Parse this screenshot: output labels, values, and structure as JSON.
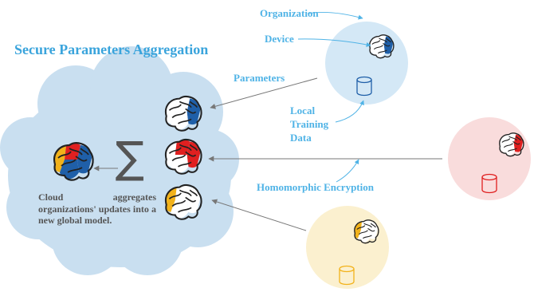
{
  "title": "Secure Parameters Aggregation",
  "labels": {
    "organization": "Organization",
    "device": "Device",
    "parameters": "Parameters",
    "local_training_data": [
      "Local",
      "Training",
      "Data"
    ],
    "homomorphic_encryption": "Homomorphic Encryption"
  },
  "cloud": {
    "description": "Cloud aggregates organizations' updates into a new global model.",
    "sum_symbol": "∑",
    "fill_color": "#c9dff0"
  },
  "organizations": [
    {
      "name": "blue",
      "color": "#1f5fa8",
      "fill": "#d4e8f6"
    },
    {
      "name": "red",
      "color": "#e02020",
      "fill": "#f9dcdc"
    },
    {
      "name": "yellow",
      "color": "#f2b21a",
      "fill": "#fbf0cf"
    }
  ],
  "colors": {
    "label_accent": "#4fb3e6",
    "arrow": "#777777"
  }
}
